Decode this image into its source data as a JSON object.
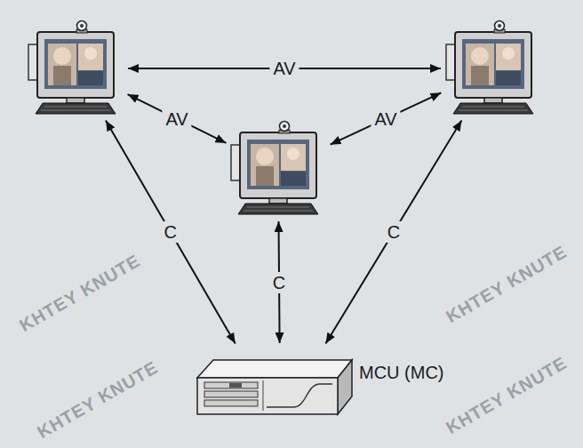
{
  "diagram": {
    "nodes": [
      {
        "text": []
      },
      {
        "text": []
      },
      {
        "text": []
      },
      {
        "text": [
          "MCU (MC)"
        ]
      }
    ],
    "edges": [
      {
        "from": 0,
        "to": 1,
        "label": "AV",
        "arrow": "both"
      },
      {
        "from": 0,
        "to": 2,
        "label": "AV",
        "arrow": "both"
      },
      {
        "from": 2,
        "to": 1,
        "label": "AV",
        "arrow": "both"
      },
      {
        "from": 0,
        "to": 3,
        "label": "C",
        "arrow": "both"
      },
      {
        "from": 2,
        "to": 3,
        "label": "C",
        "arrow": "both"
      },
      {
        "from": 1,
        "to": 3,
        "label": "C",
        "arrow": "both"
      }
    ],
    "labels": [
      "KHTEY KNUTE",
      "KHTEY KNUTE",
      "KHTEY KNUTE",
      "KHTEY KNUTE"
    ]
  }
}
